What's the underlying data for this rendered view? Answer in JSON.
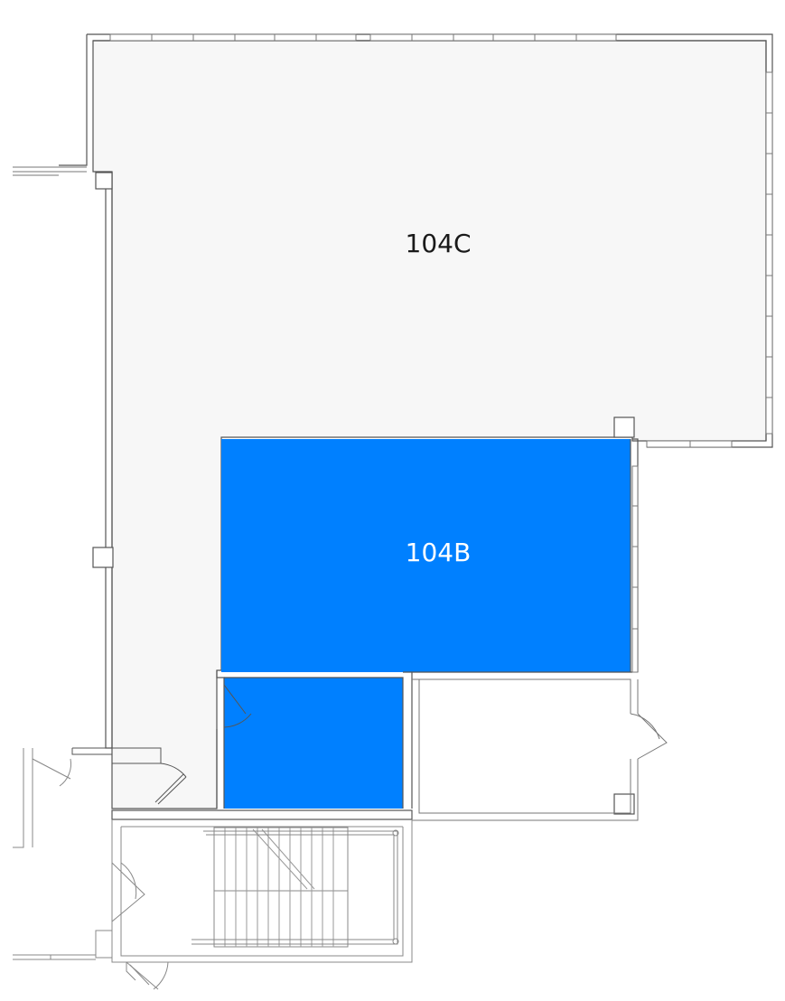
{
  "floorplan": {
    "rooms": [
      {
        "id": "104C",
        "label": "104C",
        "fill": "#f7f7f7",
        "label_color": "#1a1a1a",
        "selected": false
      },
      {
        "id": "104B",
        "label": "104B",
        "fill": "#0080ff",
        "label_color": "#ffffff",
        "selected": true
      }
    ],
    "colors": {
      "wall_outer": "#555555",
      "wall_fill": "#ffffff",
      "line": "#777777",
      "stair_line": "#8a8a8a",
      "background": "#ffffff"
    }
  }
}
